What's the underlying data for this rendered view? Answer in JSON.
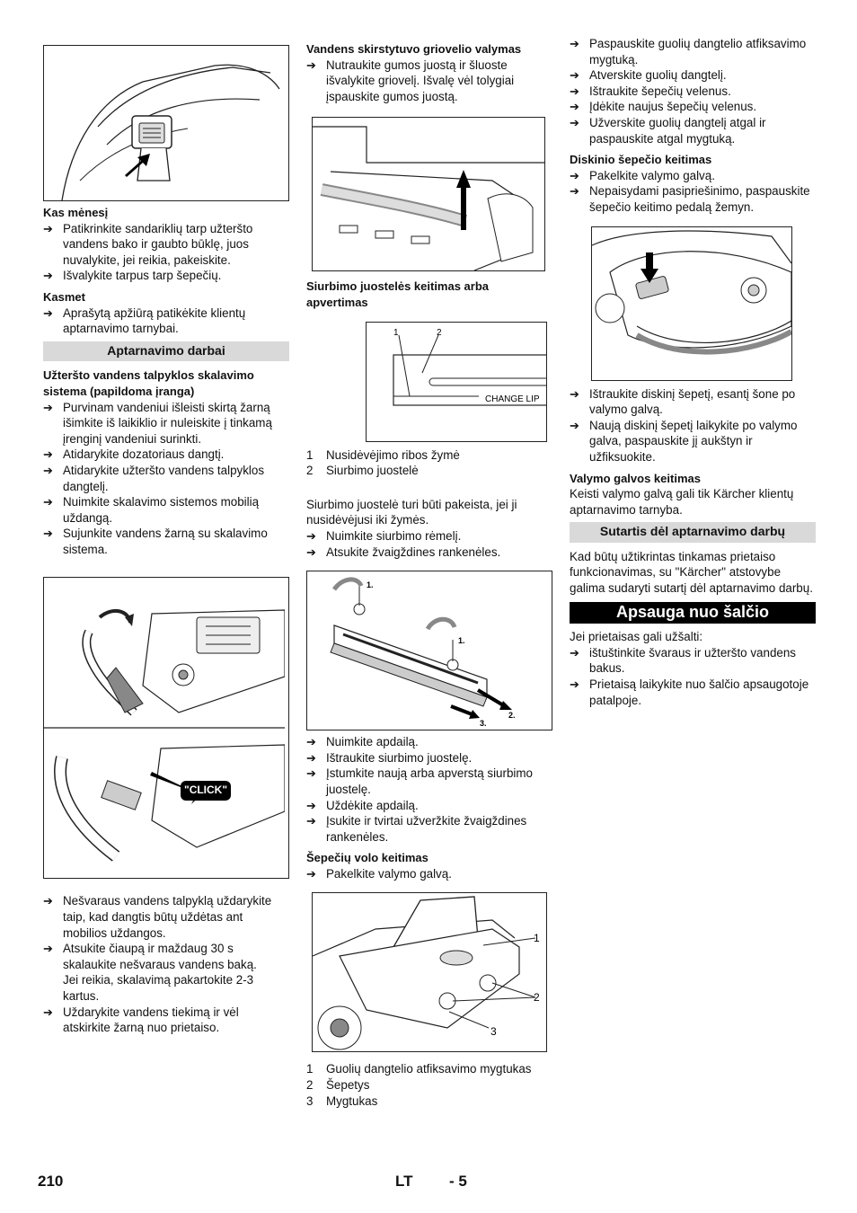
{
  "col1": {
    "monthly_heading": "Kas mėnesį",
    "monthly_steps": [
      "Patikrinkite sandariklių tarp užteršto vandens bako ir gaubto būklę, juos nuvalykite, jei reikia, pakeiskite.",
      "Išvalykite tarpus tarp šepečių."
    ],
    "yearly_heading": "Kasmet",
    "yearly_steps": [
      "Aprašytą apžiūrą patikėkite klientų aptarnavimo tarnybai."
    ],
    "service_bar": "Aptarnavimo darbai",
    "rinse_heading": "Užteršto vandens talpyklos skalavimo sistema (papildoma įranga)",
    "rinse_steps": [
      "Purvinam vandeniui išleisti skirtą žarną išimkite iš laikiklio ir nuleiskite į tinkamą įrenginį vandeniui surinkti.",
      "Atidarykite dozatoriaus dangtį.",
      "Atidarykite užteršto vandens talpyklos dangtelį.",
      "Nuimkite skalavimo sistemos mobilią uždangą.",
      "Sujunkite vandens žarną su skalavimo sistema."
    ],
    "click_label": "\"CLICK\"",
    "after_steps": [
      "Nešvaraus vandens talpyklą uždarykite taip, kad dangtis būtų uždėtas ant mobilios uždangos.",
      "Atsukite čiaupą ir maždaug 30 s skalaukite nešvaraus vandens baką."
    ],
    "after_note": "Jei reikia, skalavimą pakartokite 2-3 kartus.",
    "final_steps": [
      "Uždarykite vandens tiekimą ir vėl atskirkite žarną nuo prietaiso."
    ]
  },
  "col2": {
    "groove_heading": "Vandens skirstytuvo griovelio valymas",
    "groove_steps": [
      "Nutraukite gumos juostą ir šluoste išvalykite griovelį. Išvalę vėl tolygiai įspauskite gumos juostą."
    ],
    "lip_heading": "Siurbimo juostelės keitimas arba apvertimas",
    "lip_fig_labels": [
      "1",
      "2"
    ],
    "lip_fig_text": "CHANGE LIP",
    "lip_legend": [
      {
        "n": "1",
        "t": "Nusidėvėjimo ribos žymė"
      },
      {
        "n": "2",
        "t": "Siurbimo juostelė"
      }
    ],
    "lip_para": "Siurbimo juostelė turi būti pakeista, jei ji nusidėvėjusi iki žymės.",
    "lip_steps": [
      "Nuimkite siurbimo rėmelį.",
      "Atsukite žvaigždines rankenėles."
    ],
    "frame_fig_labels": [
      "1.",
      "1.",
      "2.",
      "3."
    ],
    "lip_steps2": [
      "Nuimkite apdailą.",
      "Ištraukite siurbimo juostelę.",
      "Įstumkite naują arba apverstą siurbimo juostelę.",
      "Uždėkite apdailą.",
      "Įsukite ir tvirtai užveržkite žvaigždines rankenėles."
    ],
    "roller_heading": "Šepečių volo keitimas",
    "roller_steps": [
      "Pakelkite valymo galvą."
    ],
    "roller_fig_labels": [
      "1",
      "2",
      "3"
    ],
    "roller_legend": [
      {
        "n": "1",
        "t": "Guolių dangtelio atfiksavimo mygtukas"
      },
      {
        "n": "2",
        "t": "Šepetys"
      },
      {
        "n": "3",
        "t": "Mygtukas"
      }
    ]
  },
  "col3": {
    "roller_steps": [
      "Paspauskite guolių dangtelio atfiksavimo mygtuką.",
      "Atverskite guolių dangtelį.",
      "Ištraukite šepečių velenus.",
      "Įdėkite naujus šepečių velenus.",
      "Užverskite guolių dangtelį atgal ir paspauskite atgal mygtuką."
    ],
    "disc_heading": "Diskinio šepečio keitimas",
    "disc_steps": [
      "Pakelkite valymo galvą.",
      "Nepaisydami pasipriešinimo, paspauskite šepečio keitimo pedalą žemyn."
    ],
    "disc_steps2": [
      "Ištraukite diskinį šepetį, esantį šone po valymo galvą.",
      "Naują diskinį šepetį laikykite po valymo galva, paspauskite jį aukštyn ir užfiksuokite."
    ],
    "head_heading": "Valymo galvos keitimas",
    "head_para": "Keisti valymo galvą gali tik Kärcher klientų aptarnavimo tarnyba.",
    "contract_bar": "Sutartis dėl aptarnavimo darbų",
    "contract_para": "Kad būtų užtikrintas tinkamas prietaiso funkcionavimas, su \"Kärcher\" atstovybe galima sudaryti sutartį dėl aptarnavimo darbų.",
    "frost_bar": "Apsauga nuo šalčio",
    "frost_para": "Jei prietaisas gali užšalti:",
    "frost_steps": [
      "ištuštinkite švaraus ir užteršto vandens bakus.",
      "Prietaisą laikykite nuo šalčio apsaugotoje patalpoje."
    ]
  },
  "footer": {
    "page_number": "210",
    "lang": "LT",
    "section": "- 5"
  }
}
